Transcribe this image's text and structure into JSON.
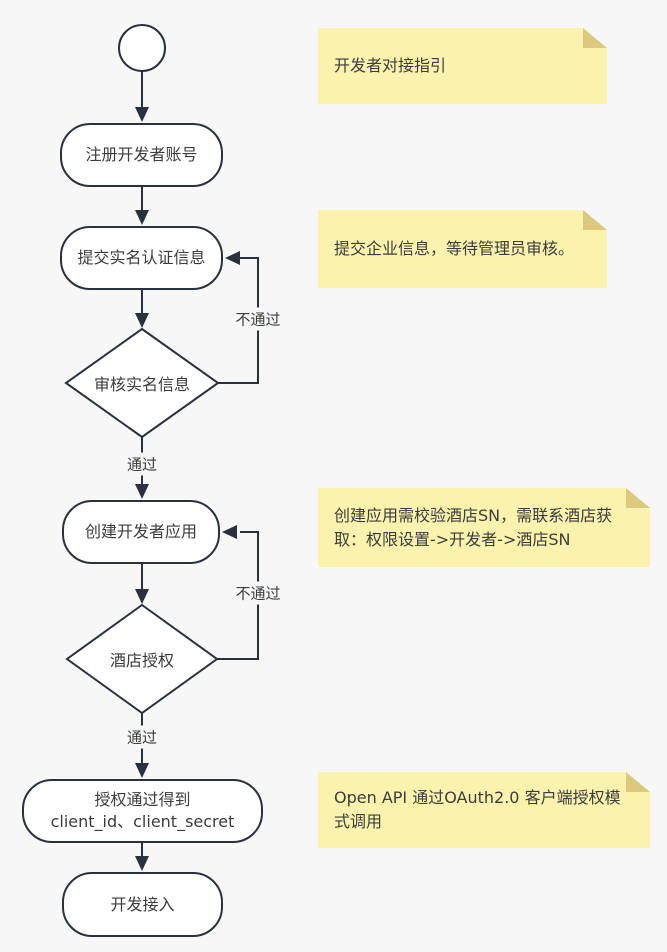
{
  "diagram_title": "开发者对接指引",
  "colors": {
    "background": "#f7f7f8",
    "node_fill": "#ffffff",
    "node_border": "#2a303c",
    "note_fill": "#faf2ad",
    "note_fold": "#dcc97e",
    "text": "#3c3c3c"
  },
  "nodes": {
    "register": {
      "label": "注册开发者账号"
    },
    "submit_realname": {
      "label": "提交实名认证信息"
    },
    "review_realname": {
      "label": "审核实名信息"
    },
    "create_app": {
      "label": "创建开发者应用"
    },
    "hotel_auth": {
      "label": "酒店授权"
    },
    "credentials": {
      "label_line1": "授权通过得到",
      "label_line2": "client_id、client_secret"
    },
    "develop": {
      "label": "开发接入"
    }
  },
  "edge_labels": {
    "fail_review": "不通过",
    "pass_review": "通过",
    "fail_auth": "不通过",
    "pass_auth": "通过"
  },
  "notes": [
    {
      "text": "开发者对接指引"
    },
    {
      "text": "提交企业信息，等待管理员审核。"
    },
    {
      "text": "创建应用需校验酒店SN，需联系酒店获取：权限设置->开发者->酒店SN"
    },
    {
      "text": "Open API 通过OAuth2.0 客户端授权模式调用"
    }
  ]
}
